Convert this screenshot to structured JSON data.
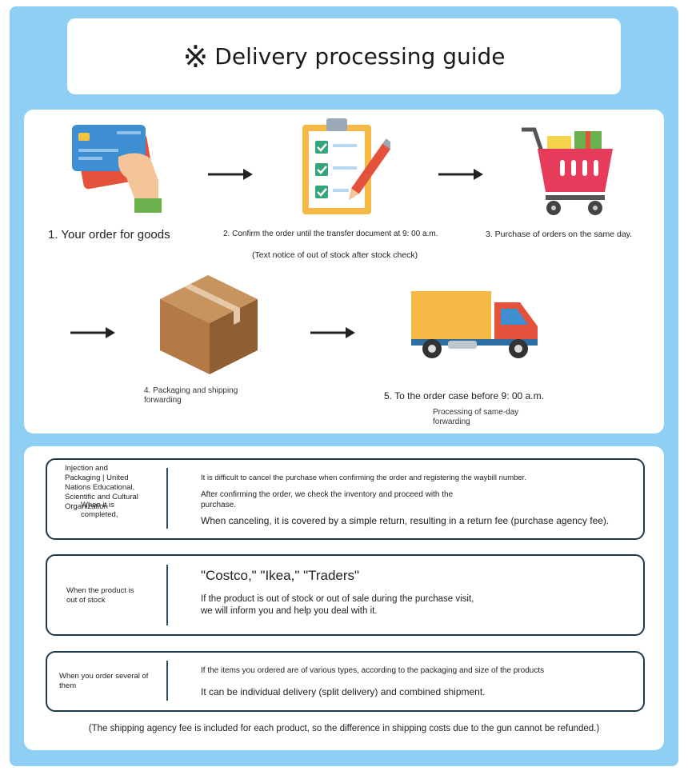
{
  "title": {
    "icon": "reference-mark-icon",
    "glyph": "※",
    "text": "Delivery processing guide"
  },
  "steps": [
    {
      "icon": "credit-card-icon",
      "label": "1. Your order for goods"
    },
    {
      "icon": "clipboard-checklist-icon",
      "label": "2. Confirm the order until the transfer document at 9: 00 a.m."
    },
    {
      "icon": "shopping-cart-icon",
      "label": "3. Purchase of orders on the same day."
    },
    {
      "icon": "cardboard-box-icon",
      "label": "4. Packaging and shipping forwarding"
    },
    {
      "icon": "delivery-truck-icon",
      "label": "5. To the order case before 9: 00 a.m."
    }
  ],
  "step2_note": "(Text notice of out of stock after stock check)",
  "step5_note": "Processing of same-day forwarding",
  "info_rows": [
    {
      "label": "Injection and Packaging | United Nations Educational, Scientific and Cultural Organization",
      "label_overlap": "When it is completed,",
      "lines": [
        "It is difficult to cancel the purchase when confirming the order and registering the waybill number.",
        "After confirming the order, we check the inventory and proceed with the purchase.",
        "When canceling, it is covered by a simple return, resulting in a return fee (purchase agency fee)."
      ]
    },
    {
      "label": "When the product is out of stock",
      "headline": "\"Costco,\" \"Ikea,\" \"Traders\"",
      "lines": [
        "If the product is out of stock or out of sale during the purchase visit, we will inform you and help you deal with it."
      ]
    },
    {
      "label": "When you order several of them",
      "lines": [
        "If the items you ordered are of various types, according to the packaging and size of the products",
        "It can be individual delivery (split delivery) and combined shipment."
      ]
    }
  ],
  "footer_note": "(The shipping agency fee is included for each product, so the difference in shipping costs due to the gun cannot be refunded.)",
  "colors": {
    "frame": "#8ecff3",
    "panel": "#ffffff",
    "border": "#1e3a4a"
  }
}
